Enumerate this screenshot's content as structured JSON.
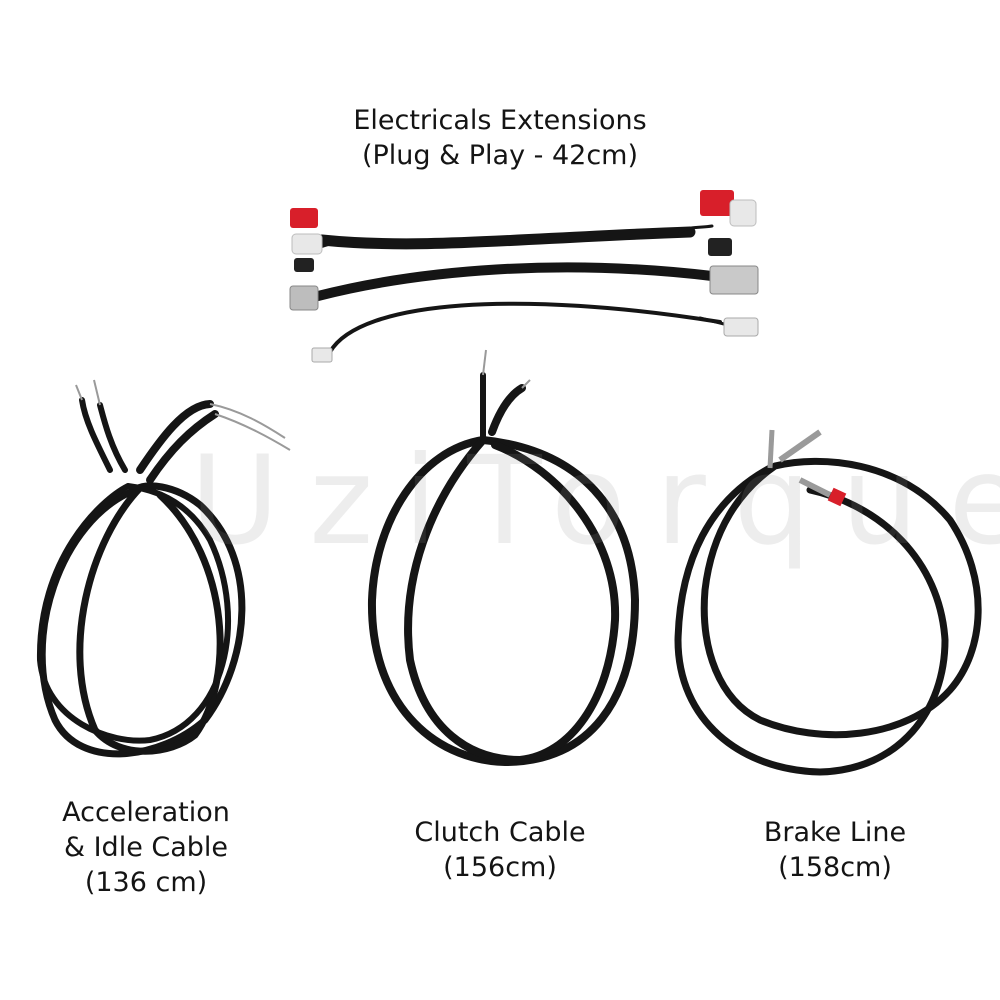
{
  "colors": {
    "background": "#ffffff",
    "cable": "#151515",
    "connector_red": "#d81f2a",
    "connector_white": "#e8e8e8",
    "metal": "#9a9a9a",
    "watermark": "#dcdcdc"
  },
  "watermark_text": "UziTorque",
  "items": {
    "electrical": {
      "line1": "Electricals Extensions",
      "line2": "(Plug & Play - 42cm)"
    },
    "accel": {
      "line1": "Acceleration",
      "line2": "& Idle Cable",
      "line3": "(136 cm)"
    },
    "clutch": {
      "line1": "Clutch Cable",
      "line2": "(156cm)"
    },
    "brake": {
      "line1": "Brake Line",
      "line2": "(158cm)"
    }
  }
}
